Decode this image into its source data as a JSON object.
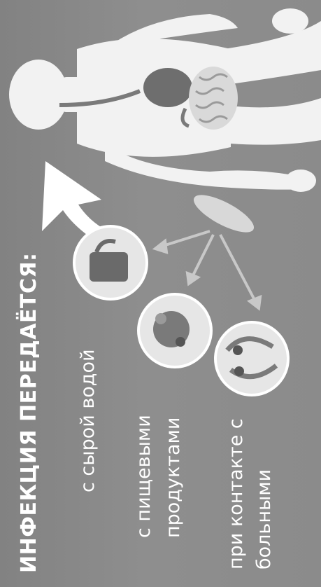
{
  "heading": "ИНФЕКЦИЯ ПЕРЕДАЁТСЯ:",
  "routes": [
    {
      "icon": "mug-icon",
      "label_lines": [
        "с сырой водой"
      ]
    },
    {
      "icon": "food-plate-icon",
      "label_lines": [
        "с пищевыми",
        "продуктами"
      ]
    },
    {
      "icon": "hands-contact-icon",
      "label_lines": [
        "при контакте с",
        "больными"
      ]
    }
  ],
  "colors": {
    "background": "#8a8a8a",
    "figure": "#f2f2f2",
    "organs": "#7a7a7a",
    "arrow": "#ffffff",
    "thin_arrows": "#c8c8c8"
  }
}
